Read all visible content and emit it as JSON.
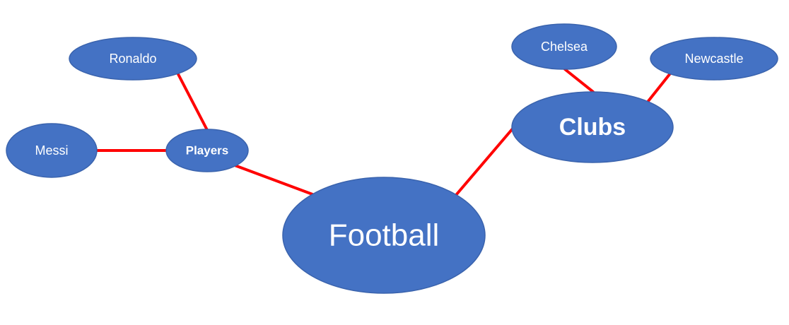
{
  "colors": {
    "node_fill": "#4472C4",
    "node_stroke": "#3A63AD",
    "edge": "#FF0000",
    "label": "#FFFFFF"
  },
  "nodes": {
    "football": {
      "label": "Football"
    },
    "players": {
      "label": "Players"
    },
    "clubs": {
      "label": "Clubs"
    },
    "ronaldo": {
      "label": "Ronaldo"
    },
    "messi": {
      "label": "Messi"
    },
    "chelsea": {
      "label": "Chelsea"
    },
    "newcastle": {
      "label": "Newcastle"
    }
  },
  "edges": [
    {
      "from": "football",
      "to": "players"
    },
    {
      "from": "football",
      "to": "clubs"
    },
    {
      "from": "players",
      "to": "ronaldo"
    },
    {
      "from": "players",
      "to": "messi"
    },
    {
      "from": "clubs",
      "to": "chelsea"
    },
    {
      "from": "clubs",
      "to": "newcastle"
    }
  ]
}
